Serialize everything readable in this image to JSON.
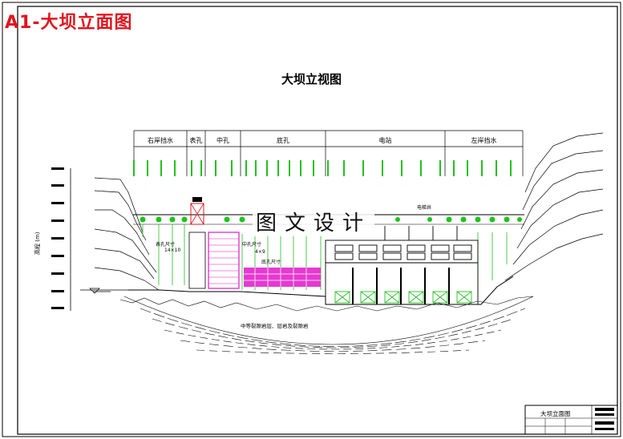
{
  "sheet": {
    "corner_label": "A1-大坝立面图",
    "title": "大坝立视图",
    "watermark": "图文设计",
    "axis_label": "高程 (m)",
    "sections": [
      "右岸挡水",
      "表孔",
      "中孔",
      "底孔",
      "电站",
      "左岸挡水"
    ],
    "annotations": {
      "surface_hole": "表孔尺寸",
      "surface_hole_dim": "14×10",
      "middle_hole": "中孔尺寸",
      "middle_hole_dim": "4×9",
      "bottom_hole": "底孔尺寸",
      "elevator": "电梯井"
    },
    "bedrock_note": "中等裂隙岩层、层岩及裂隙岩",
    "title_block": "大坝立面图"
  },
  "colors": {
    "accent_red": "#e0141e",
    "gate_green": "#22c21e",
    "gate_magenta": "#e018c8",
    "line": "#000000"
  }
}
